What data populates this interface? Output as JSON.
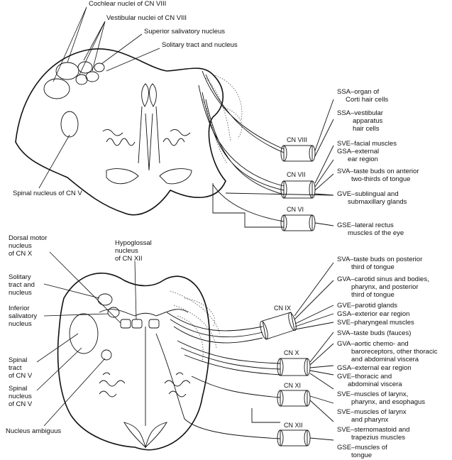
{
  "upper": {
    "labels": {
      "cochlear": "Cochlear nuclei of CN VIII",
      "vestibular": "Vestibular nuclei of CN VIII",
      "superior_salivatory": "Superior salivatory nucleus",
      "solitary": "Solitary tract and nucleus",
      "spinal_v": "Spinal nucleus of CN V"
    },
    "nerves": {
      "cn8": "CN VIII",
      "cn7": "CN VII",
      "cn6": "CN VI"
    },
    "components": [
      [
        "SSA–organ of",
        "Corti hair cells"
      ],
      [
        "SSA–vestibular",
        "apparatus",
        "hair cells"
      ],
      [
        "SVE–facial muscles",
        "GSA–external",
        "ear region"
      ],
      [
        "SVA–taste buds on anterior",
        "two-thirds of tongue"
      ],
      [
        "GVE–sublingual and",
        "submaxillary glands"
      ],
      [
        "GSE–lateral rectus",
        "muscles of the eye"
      ]
    ]
  },
  "lower": {
    "labels": {
      "dorsal_motor": [
        "Dorsal motor",
        "nucleus",
        "of CN X"
      ],
      "hypoglossal": [
        "Hypoglossal",
        "nucleus",
        "of CN XII"
      ],
      "solitary": [
        "Solitary",
        "tract and",
        "nucleus"
      ],
      "inferior_salivatory": [
        "Inferior",
        "salivatory",
        "nucleus"
      ],
      "spinal_tract": [
        "Spinal",
        "tract",
        "of CN V"
      ],
      "spinal_nucleus": [
        "Spinal",
        "nucleus",
        "of CN V"
      ],
      "ambiguus": "Nucleus ambiguus"
    },
    "nerves": {
      "cn9": "CN IX",
      "cn10": "CN X",
      "cn11": "CN XI",
      "cn12": "CN XII"
    },
    "components": [
      [
        "SVA–taste buds on posterior",
        "third of tongue"
      ],
      [
        "GVA–carotid sinus and bodies,",
        "pharynx, and posterior",
        "third of tongue"
      ],
      [
        "GVE–parotid glands"
      ],
      [
        "GSA–exterior ear region"
      ],
      [
        "SVE–pharyngeal muscles"
      ],
      [
        "SVA–taste buds (fauces)"
      ],
      [
        "GVA–aortic chemo- and",
        "baroreceptors, other thoracic",
        "and abdominal viscera"
      ],
      [
        "GSA–external ear region"
      ],
      [
        "GVE–thoracic and",
        "abdominal viscera"
      ],
      [
        "SVE–muscles of larynx,",
        "pharynx, and esophagus"
      ],
      [
        "SVE–muscles of larynx",
        "and pharynx"
      ],
      [
        "SVE–sternomastoid and",
        "trapezius muscles"
      ],
      [
        "GSE–muscles of",
        "tongue"
      ]
    ]
  }
}
